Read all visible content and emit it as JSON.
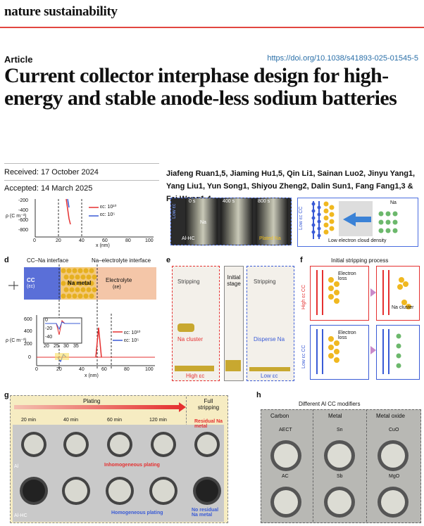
{
  "journal": "nature sustainability",
  "article_label": "Article",
  "doi": "https://doi.org/10.1038/s41893-025-01545-5",
  "title": "Current collector interphase design for high-energy and stable anode-less sodium batteries",
  "received": "Received: 17 October 2024",
  "accepted": "Accepted: 14 March 2025",
  "authors": "Jiafeng Ruan1,5, Jiaming Hu1,5, Qin Li1, Sainan Luo2, Jinyu Yang1, Yang Liu1, Yun Song1, Shiyou Zheng2, Dalin Sun1, Fang Fang1,3 & Fei Wang1,4",
  "top_strip": {
    "plot_yticks": [
      "-200",
      "-400",
      "-600",
      "-800"
    ],
    "plot_xticks": [
      "0",
      "20",
      "40",
      "60",
      "80",
      "100"
    ],
    "plot_xlabel": "x (nm)",
    "plot_ylabel": "ρ (C m⁻³)",
    "legend_high": "εc: 10¹⁰",
    "legend_low": "εc: 10⁵",
    "time_0": "0 s",
    "time_400": "400 s",
    "time_800": "800 s",
    "label_low_ec": "Low εc",
    "label_na": "Na",
    "label_alhc": "Al-HC",
    "label_plated": "Plated Na",
    "diagram_low_ec": "Low εc CC",
    "diagram_na": "Na",
    "diagram_caption": "Low electron cloud density"
  },
  "panel_d": {
    "label": "d",
    "cc_na_interface": "CC–Na interface",
    "na_electrolyte_interface": "Na–electrolyte interface",
    "cc": "CC",
    "cc_sub": "(εc)",
    "na_metal": "Na metal",
    "electrolyte": "Electrolyte",
    "electrolyte_sub": "(εe)",
    "yticks": [
      "600",
      "400",
      "200",
      "0"
    ],
    "xticks": [
      "0",
      "20",
      "40",
      "60",
      "80",
      "100"
    ],
    "inset_yticks": [
      "0",
      "-20",
      "-40"
    ],
    "inset_xticks": [
      "20",
      "25",
      "30",
      "35"
    ],
    "ylabel": "ρ (C m⁻³)",
    "xlabel": "x (nm)",
    "legend_high": "εc: 10¹⁰",
    "legend_low": "εc: 10⁵"
  },
  "panel_e": {
    "label": "e",
    "stripping_left": "Stripping",
    "initial_stage": "Initial stage",
    "stripping_right": "Stripping",
    "na_cluster": "Na cluster",
    "disperse_na": "Disperse Na",
    "high_ec": "High εc",
    "low_ec": "Low εc"
  },
  "panel_f": {
    "label": "f",
    "initial_process": "Initial stripping process",
    "high_ec_cc": "High εc CC",
    "low_ec_cc": "Low εc CC",
    "electron_loss_1": "Electron loss",
    "electron_loss_2": "Electron loss",
    "na_cluster": "Na cluster"
  },
  "panel_g": {
    "label": "g",
    "plating": "Plating",
    "full_stripping": "Full stripping",
    "times": [
      "20 min",
      "40 min",
      "60 min",
      "120 min"
    ],
    "row_al": "Al",
    "row_alhc": "Al-HC",
    "inhomogeneous": "Inhomogeneous plating",
    "homogeneous": "Homogeneous plating",
    "residual": "Residual Na metal",
    "no_residual": "No residual Na metal",
    "color_red": "#e53030",
    "color_blue": "#3a5bd6"
  },
  "panel_h": {
    "label": "h",
    "header": "Different Al CC modifiers",
    "columns": [
      "Carbon",
      "Metal",
      "Metal oxide"
    ],
    "top_row": [
      "AECT",
      "Sn",
      "CuO"
    ],
    "bottom_row": [
      "AC",
      "Sb",
      "MgO"
    ]
  }
}
